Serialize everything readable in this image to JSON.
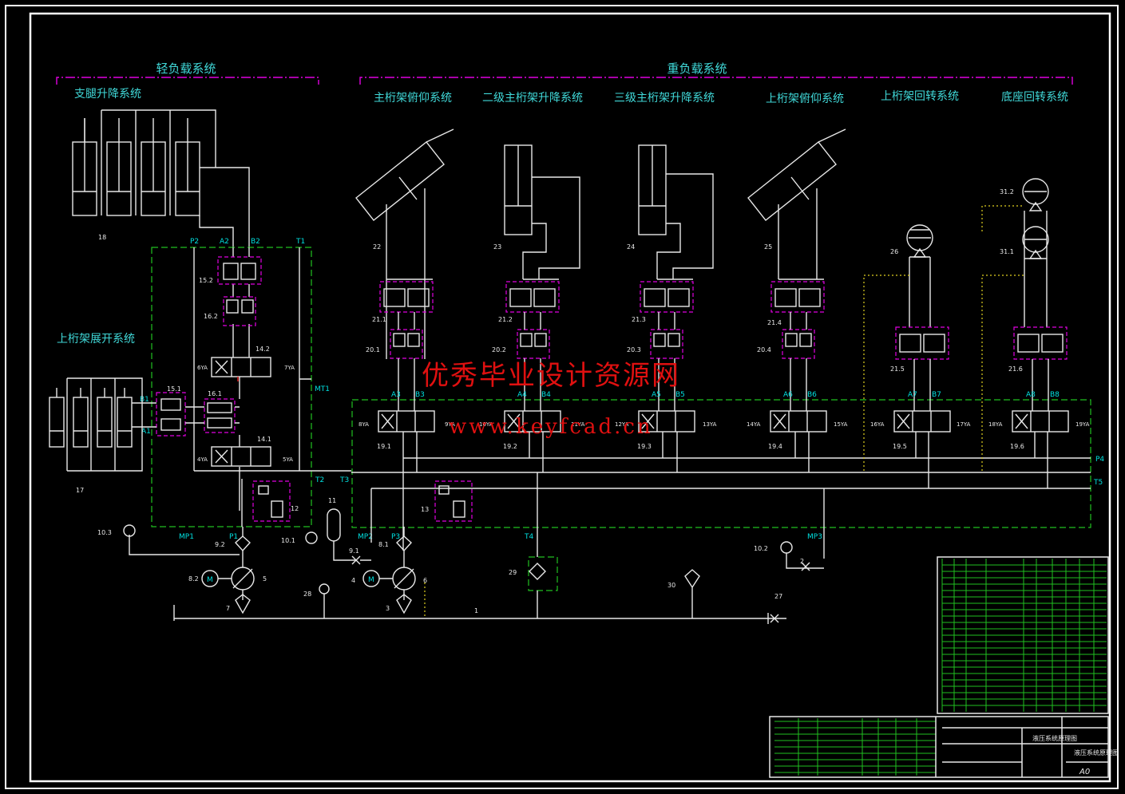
{
  "titles": {
    "light_load": "轻负载系统",
    "heavy_load": "重负载系统",
    "leg_lift": "支腿升降系统",
    "upper_truss_unfold": "上桁架展开系统",
    "main_truss_pitch": "主桁架俯仰系统",
    "secondary_main_lift": "二级主桁架升降系统",
    "tertiary_main_lift": "三级主桁架升降系统",
    "upper_truss_pitch": "上桁架俯仰系统",
    "upper_truss_rotate": "上桁架回转系统",
    "base_rotate": "底座回转系统"
  },
  "watermark": {
    "line1": "优秀毕业设计资源网",
    "line2": "www.keyfcad.cn"
  },
  "component_numbers": [
    "18",
    "17",
    "15.2",
    "16.2",
    "14.2",
    "15.1",
    "16.1",
    "14.1",
    "12",
    "13",
    "11",
    "10.1",
    "10.2",
    "10.3",
    "9.1",
    "9.2",
    "8.1",
    "8.2",
    "4",
    "5",
    "6",
    "7",
    "3",
    "2",
    "1",
    "27",
    "28",
    "29",
    "30",
    "22",
    "23",
    "24",
    "25",
    "26",
    "31.1",
    "31.2",
    "21.1",
    "21.2",
    "21.3",
    "21.4",
    "21.5",
    "21.6",
    "20.1",
    "20.2",
    "20.3",
    "20.4",
    "19.1",
    "19.2",
    "19.3",
    "19.4",
    "19.5",
    "19.6"
  ],
  "ports": {
    "p2": "P2",
    "a2": "A2",
    "b2": "B2",
    "t1": "T1",
    "mt1": "MT1",
    "b1": "B1",
    "a1": "A1",
    "t2": "T2",
    "t3": "T3",
    "mp1": "MP1",
    "p1": "P1",
    "mp2": "MP2",
    "p3": "P3",
    "t4": "T4",
    "mp3": "MP3",
    "p4": "P4",
    "t5": "T5",
    "a3": "A3",
    "b3": "B3",
    "a4": "A4",
    "b4": "B4",
    "a5": "A5",
    "b5": "B5",
    "a6": "A6",
    "b6": "B6",
    "a7": "A7",
    "b7": "B7",
    "a8": "A8",
    "b8": "B8"
  },
  "solenoids": [
    "6YA",
    "7YA",
    "4YA",
    "5YA",
    "8YA",
    "9YA",
    "10YA",
    "11YA",
    "12YA",
    "13YA",
    "14YA",
    "15YA",
    "16YA",
    "17YA",
    "18YA",
    "19YA"
  ],
  "title_block": {
    "sheet_size": "A0",
    "drawing_name": "液压系统原理图"
  },
  "colors": {
    "line": "#e8e8e8",
    "label": "#00e0e0",
    "title": "#40d8d8",
    "boundary": "#e000e0",
    "module": "#20c020",
    "pilot": "#e0d020",
    "watermark": "#e01010",
    "frame": "#ffffff"
  }
}
